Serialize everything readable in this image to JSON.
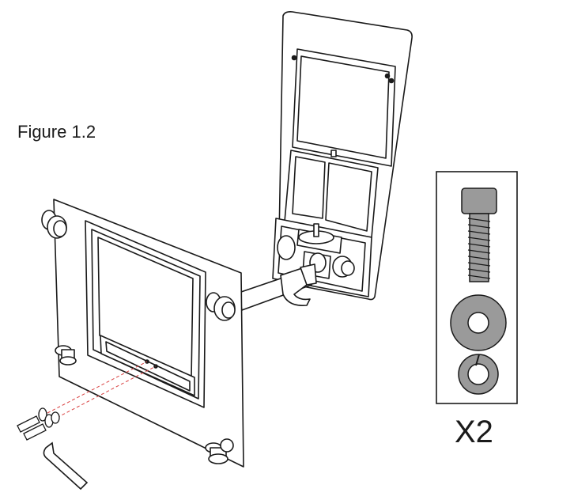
{
  "figure": {
    "label": "Figure 1.2"
  },
  "hardware_box": {
    "quantity_label": "X2"
  },
  "parts": {
    "bolt": "socket-head-cap-screw",
    "washer": "flat-washer",
    "lock_washer": "split-lock-washer",
    "tool": "hex-key"
  },
  "colors": {
    "line": "#1a1a1a",
    "part_fill": "#9a9a9a",
    "guide_line": "#d94040"
  }
}
